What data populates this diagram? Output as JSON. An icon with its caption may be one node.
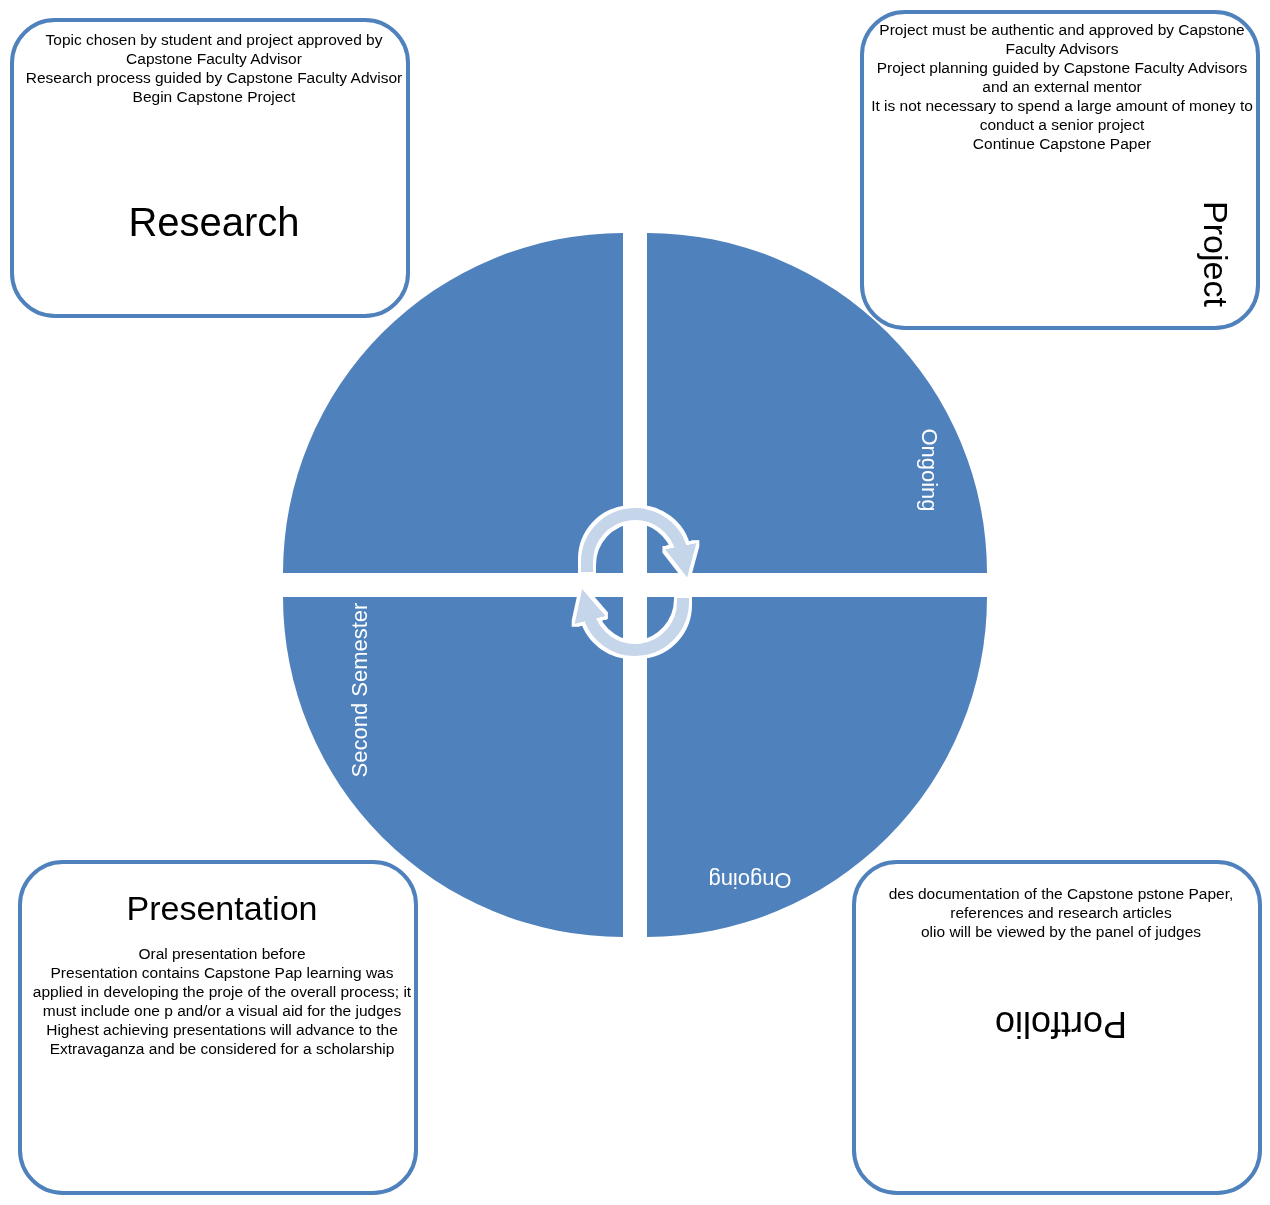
{
  "diagram": {
    "nodes": [
      {
        "text": [
          "Topic chosen by student and project approved by Capstone Faculty Advisor",
          "Research process guided by Capstone Faculty Advisor",
          "Begin Capstone Project",
          "Research"
        ]
      },
      {
        "text": [
          "Project must be authentic and approved by Capstone Faculty Advisors",
          "Project planning guided by Capstone Faculty Advisors and an external mentor",
          "It is not necessary to spend a large amount of money to conduct a senior project",
          "Continue Capstone Paper",
          "Project"
        ]
      },
      {
        "text": [],
        "shape": "quadrant"
      },
      {
        "text": [
          "Ongoing"
        ]
      },
      {
        "text": [
          "Second Semester"
        ]
      },
      {
        "text": [
          "Ongoing"
        ]
      },
      {
        "text": [
          "Presentation",
          "Oral presentation before",
          "Presentation contains Capstone Pap learning was applied in developing the proje of the overall process; it must include one p and/or a visual aid for the judges",
          "Highest achieving presentations will advance to the Extravaganza and be considered for a scholarship"
        ]
      },
      {
        "text": [
          "des documentation of the Capstone pstone Paper, references and research articles",
          "olio will be viewed by the panel of judges",
          "Portfolio"
        ]
      }
    ],
    "edges": [
      {
        "from": 2,
        "to": 3,
        "arrow": "to"
      },
      {
        "from": 5,
        "to": 4,
        "arrow": "to"
      }
    ]
  }
}
